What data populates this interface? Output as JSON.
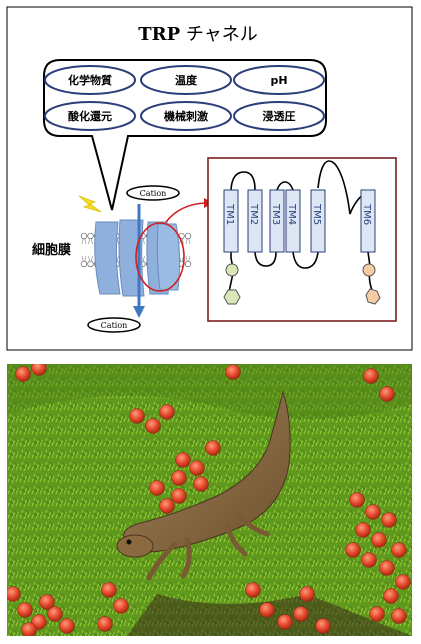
{
  "title": {
    "bold": "TRP",
    "rest": " チャネル"
  },
  "stimuli": [
    "化学物質",
    "温度",
    "pH",
    "酸化還元",
    "機械刺激",
    "浸透圧"
  ],
  "membrane_label": "細胞膜",
  "cation_top": "Cation",
  "cation_bottom": "Cation",
  "tm_segments": [
    "TM1",
    "TM2",
    "TM3",
    "TM4",
    "TM5",
    "TM6"
  ],
  "colors": {
    "ellipse_border": "#2a3f7a",
    "channel": "#8fb0dc",
    "arrow": "#3f78c0",
    "highlight": "#d02020",
    "zoom_box": "#7a1f1f",
    "tm_fill": "#dde6f4",
    "n_term": "#d8e6b8",
    "c_term": "#f5cba6",
    "lightning": "#f2dd2a"
  },
  "photo": {
    "subject": "salamander-on-moss",
    "colors": {
      "moss": "#5f9a1e",
      "moss_light": "#9ccc3a",
      "eggs": "#e2462a",
      "salamander": "#8a6a3e"
    }
  }
}
